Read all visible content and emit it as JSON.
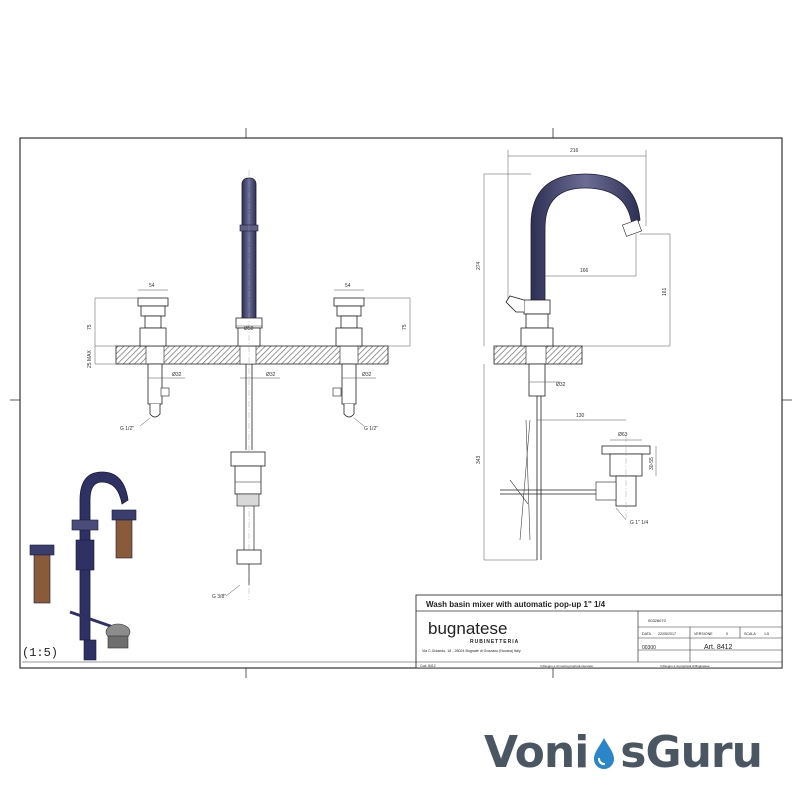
{
  "drawing": {
    "scale_label": "(1:5)",
    "dims_front": {
      "w_left": "54",
      "w_right": "54",
      "h_left": "75",
      "h_right": "75",
      "max_thick": "25 MAX",
      "d_spout": "Ø50",
      "d_left": "Ø32",
      "d_mid": "Ø32",
      "d_right": "Ø32",
      "g_left": "G 1/2\"",
      "g_right": "G 1/2\"",
      "g_bottom": "G 3/8\""
    },
    "dims_side": {
      "width": "216",
      "height_top": "274",
      "reach": "166",
      "spout_h": "161",
      "d_base": "Ø32",
      "depth": "343",
      "pop_offset": "130",
      "d_pop": "Ø63",
      "pop_h": "30-55",
      "g_pop": "G 1\" 1/4"
    }
  },
  "title_block": {
    "title": "Wash basin mixer with automatic pop-up 1\" 1/4",
    "brand": "bugnatese",
    "brand_sub": "RUBINETTERIA",
    "address": "Via C.Golando, 18 - 28024 Bugnate di Gozzano (Novara) Italy",
    "code": "00326070",
    "date_label": "DATA",
    "date": "22/05/2017",
    "version_label": "VERSIONE",
    "version": "0",
    "scale_label": "SCALA",
    "scale": "1:5",
    "color_code": "00300",
    "article": "Art. 8412",
    "small_left": "Cod. 8412",
    "footer_note_left": "Il disegno è di nostra proprietà riservata",
    "footer_note_right": "Il disegno è di proprietà di Bugnatese"
  },
  "watermark": {
    "left": "Voni",
    "right": "sGuru",
    "colors": {
      "text": "#4a5763",
      "drop": "#2a86c8"
    }
  },
  "colors": {
    "line": "#222222",
    "tap": "#45466d",
    "hatch": "#6d6d6d",
    "dim": "#555555"
  }
}
